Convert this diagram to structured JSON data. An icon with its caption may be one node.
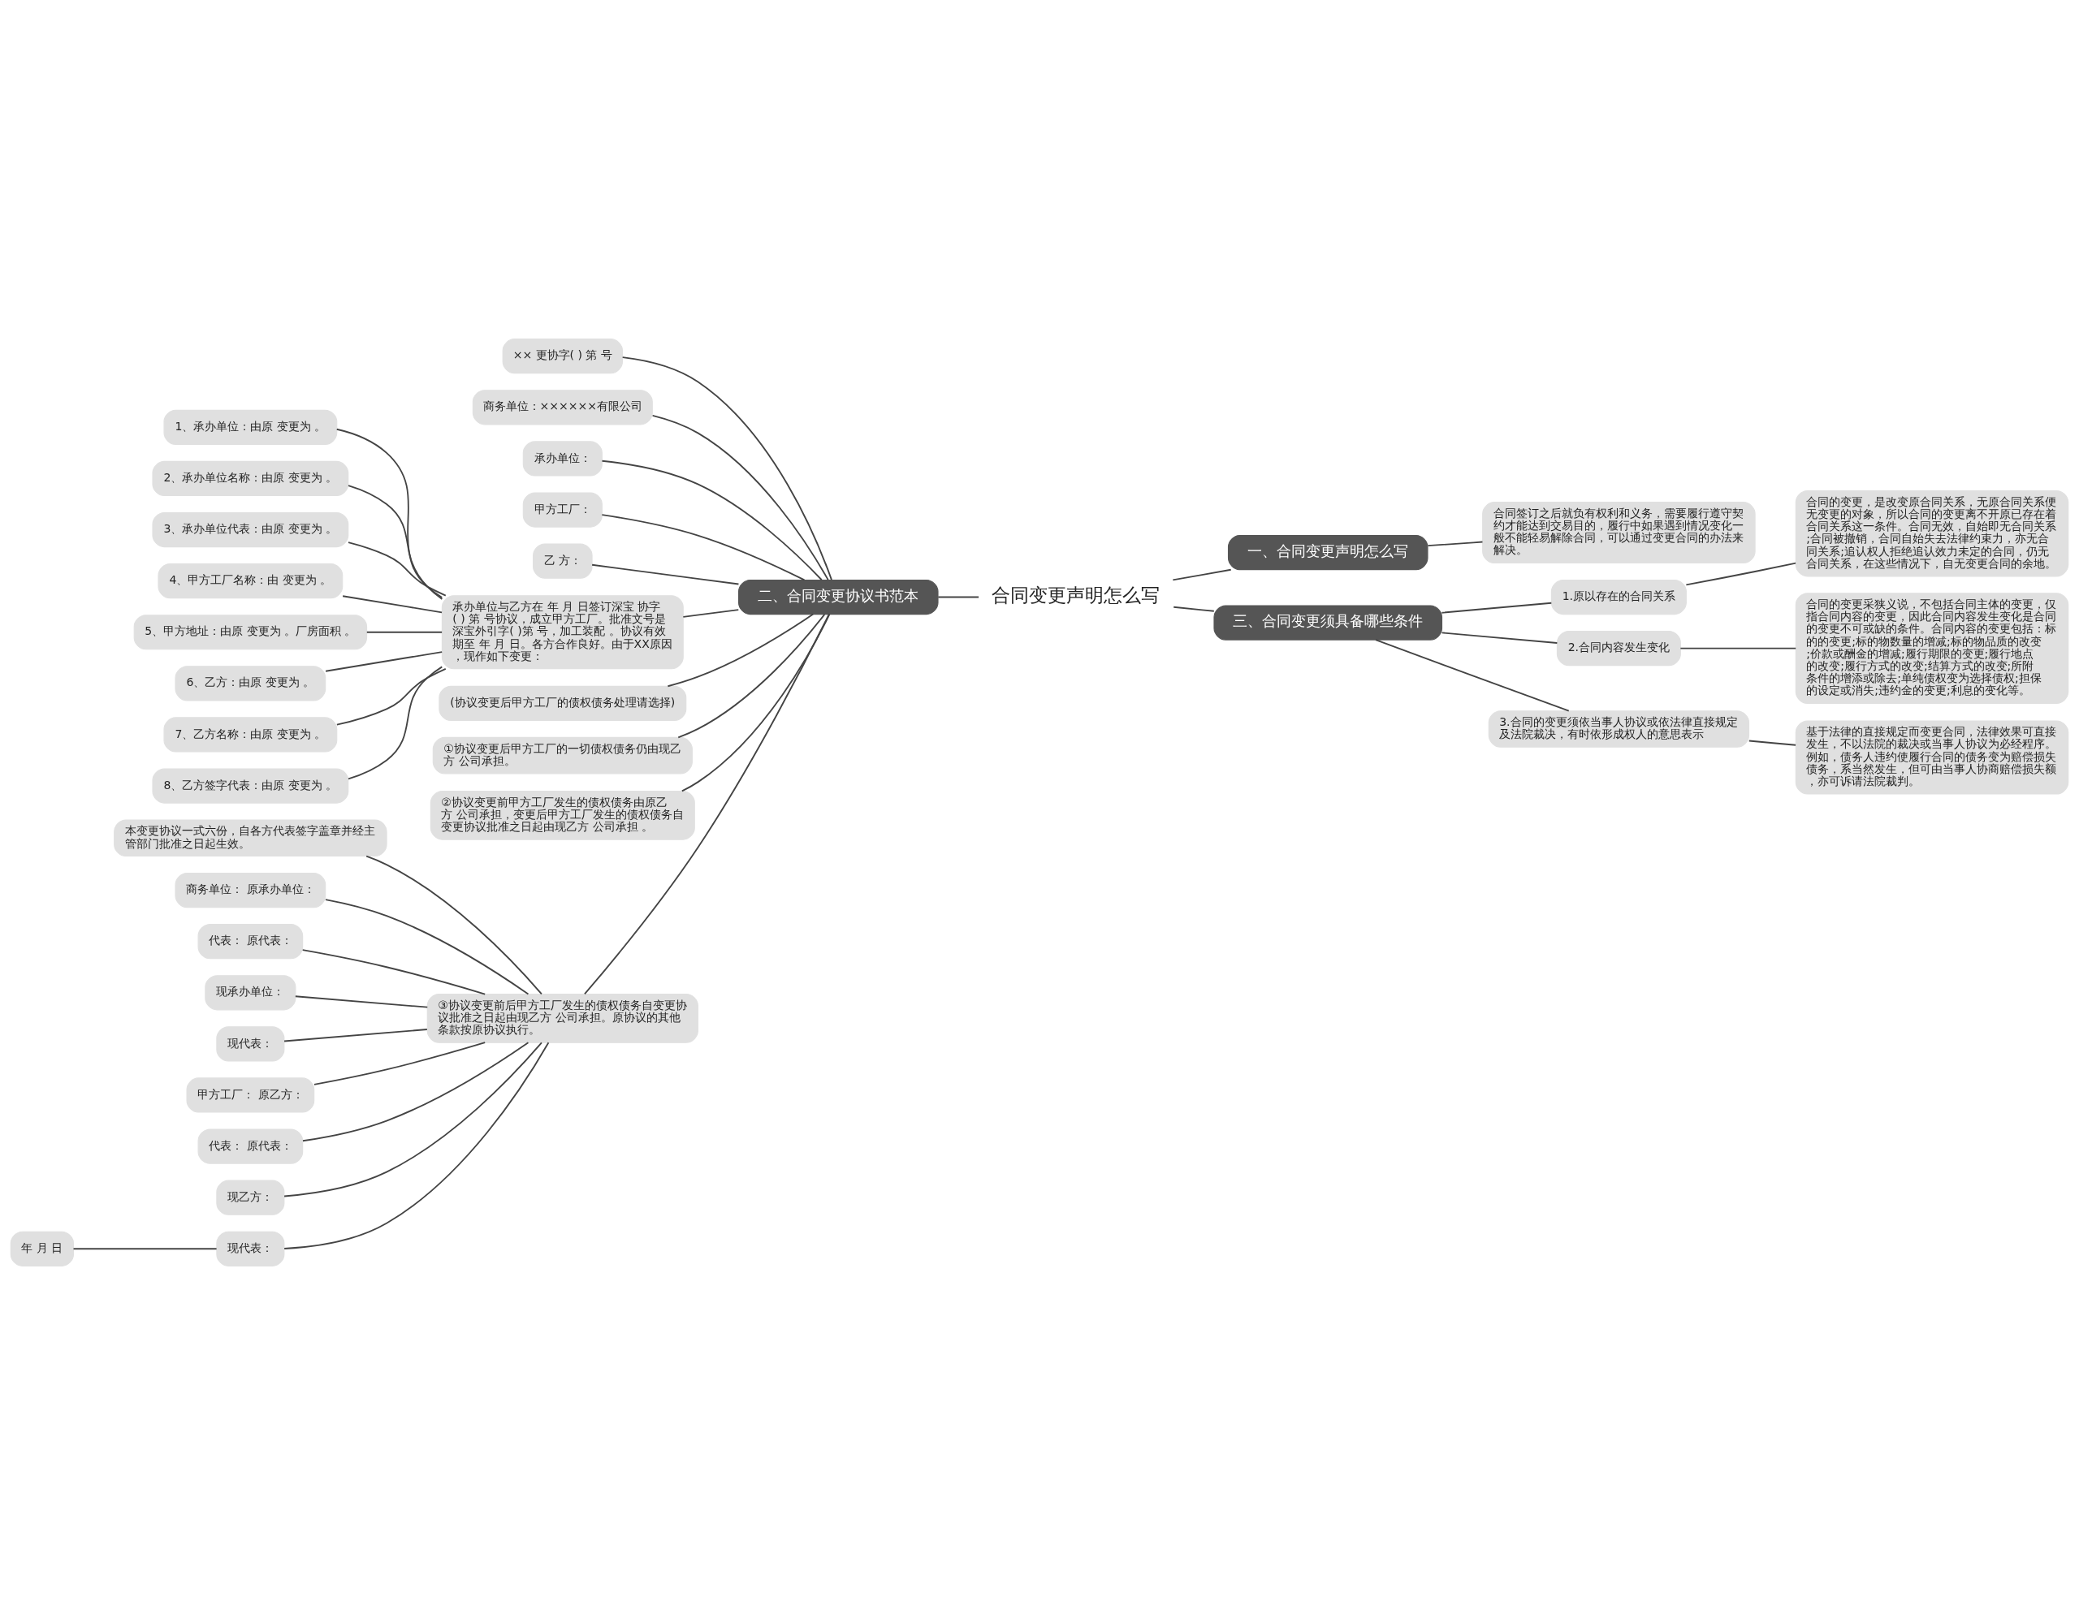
{
  "diagram": {
    "nodes": [
      {
        "text": [
          "合同变更声明怎么写"
        ]
      },
      {
        "text": [
          "一、合同变更声明怎么写"
        ]
      },
      {
        "text": [
          "合同签订之后就负有权利和义务，需要履行遵守契约才能达到交易目的，履行中如果遇到情况变化一般不能轻易解除合同，可以通过变更合同的办法来解决。"
        ]
      },
      {
        "text": [
          "三、合同变更须具备哪些条件"
        ]
      },
      {
        "text": [
          "1.原以存在的合同关系"
        ]
      },
      {
        "text": [
          "合同的变更，是改变原合同关系，无原合同关系便无变更的对象，所以合同的变更离不开原已存在着合同关系这一条件。合同无效，自始即无合同关系;合同被撤销，合同自始失去法律约束力，亦无合同关系;追认权人拒绝追认效力未定的合同，仍无合同关系，在这些情况下，自无变更合同的余地。"
        ]
      },
      {
        "text": [
          "2.合同内容发生变化"
        ]
      },
      {
        "text": [
          "合同的变更采狭义说，不包括合同主体的变更，仅指合同内容的变更，因此合同内容发生变化是合同的变更不可或缺的条件。合同内容的变更包括：标的的变更;标的物数量的增减;标的物品质的改变;价款或酬金的增减;履行期限的变更;履行地点的改变;履行方式的改变;结算方式的改变;所附条件的增添或除去;单纯债权变为选择债权;担保的设定或消失;违约金的变更;利息的变化等。"
        ]
      },
      {
        "text": [
          "3.合同的变更须依当事人协议或依法律直接规定及法院裁决，有时依形成权人的意思表示"
        ]
      },
      {
        "text": [
          "基于法律的直接规定而变更合同，法律效果可直接发生，不以法院的裁决或当事人协议为必经程序。例如，债务人违约使履行合同的债务变为赔偿损失债务，系当然发生，但可由当事人协商赔偿损失额，亦可诉请法院裁判。"
        ]
      },
      {
        "text": [
          "二、合同变更协议书范本"
        ]
      },
      {
        "text": [
          "×× 更协字( ) 第 号"
        ]
      },
      {
        "text": [
          "商务单位：××××××有限公司"
        ]
      },
      {
        "text": [
          "承办单位："
        ]
      },
      {
        "text": [
          "甲方工厂："
        ]
      },
      {
        "text": [
          "乙 方："
        ]
      },
      {
        "text": [
          "承办单位与乙方在 年 月 日签订深宝 协字( ) 第 号协议，成立甲方工厂。批准文号是深宝外引字( )第 号，加工装配 。协议有效期至 年 月 日。各方合作良好。由于XX原因，现作如下变更："
        ]
      },
      {
        "text": [
          "1、承办单位：由原 变更为 。"
        ]
      },
      {
        "text": [
          "2、承办单位名称：由原 变更为 。"
        ]
      },
      {
        "text": [
          "3、承办单位代表：由原 变更为 。"
        ]
      },
      {
        "text": [
          "4、甲方工厂名称：由 变更为 。"
        ]
      },
      {
        "text": [
          "5、甲方地址：由原 变更为 。厂房面积 。"
        ]
      },
      {
        "text": [
          "6、乙方：由原 变更为 。"
        ]
      },
      {
        "text": [
          "7、乙方名称：由原 变更为 。"
        ]
      },
      {
        "text": [
          "8、乙方签字代表：由原 变更为 。"
        ]
      },
      {
        "text": [
          "(协议变更后甲方工厂的债权债务处理请选择)"
        ]
      },
      {
        "text": [
          "①协议变更后甲方工厂的一切债权债务仍由现乙方 公司承担。"
        ]
      },
      {
        "text": [
          "②协议变更前甲方工厂发生的债权债务由原乙方 公司承担，变更后甲方工厂发生的债权债务自变更协议批准之日起由现乙方 公司承担 。"
        ]
      },
      {
        "text": [
          "③协议变更前后甲方工厂发生的债权债务自变更协议批准之日起由现乙方 公司承担。原协议的其他条款按原协议执行。"
        ]
      },
      {
        "text": [
          "本变更协议一式六份，自各方代表签字盖章并经主管部门批准之日起生效。"
        ]
      },
      {
        "text": [
          "商务单位： 原承办单位："
        ]
      },
      {
        "text": [
          "代表： 原代表："
        ]
      },
      {
        "text": [
          "现承办单位："
        ]
      },
      {
        "text": [
          "现代表："
        ]
      },
      {
        "text": [
          "甲方工厂： 原乙方："
        ]
      },
      {
        "text": [
          "代表： 原代表："
        ]
      },
      {
        "text": [
          "现乙方："
        ]
      },
      {
        "text": [
          "现代表："
        ]
      },
      {
        "text": [
          "年 月 日"
        ]
      }
    ],
    "edges": [
      {
        "from": 0,
        "to": 1,
        "arrow": "none"
      },
      {
        "from": 1,
        "to": 2,
        "arrow": "none"
      },
      {
        "from": 0,
        "to": 3,
        "arrow": "none"
      },
      {
        "from": 3,
        "to": 4,
        "arrow": "none"
      },
      {
        "from": 4,
        "to": 5,
        "arrow": "none"
      },
      {
        "from": 3,
        "to": 6,
        "arrow": "none"
      },
      {
        "from": 6,
        "to": 7,
        "arrow": "none"
      },
      {
        "from": 3,
        "to": 8,
        "arrow": "none"
      },
      {
        "from": 8,
        "to": 9,
        "arrow": "none"
      },
      {
        "from": 0,
        "to": 10,
        "arrow": "none"
      },
      {
        "from": 10,
        "to": 11,
        "arrow": "none"
      },
      {
        "from": 10,
        "to": 12,
        "arrow": "none"
      },
      {
        "from": 10,
        "to": 13,
        "arrow": "none"
      },
      {
        "from": 10,
        "to": 14,
        "arrow": "none"
      },
      {
        "from": 10,
        "to": 15,
        "arrow": "none"
      },
      {
        "from": 10,
        "to": 16,
        "arrow": "none"
      },
      {
        "from": 16,
        "to": 17,
        "arrow": "none"
      },
      {
        "from": 16,
        "to": 18,
        "arrow": "none"
      },
      {
        "from": 16,
        "to": 19,
        "arrow": "none"
      },
      {
        "from": 16,
        "to": 20,
        "arrow": "none"
      },
      {
        "from": 16,
        "to": 21,
        "arrow": "none"
      },
      {
        "from": 16,
        "to": 22,
        "arrow": "none"
      },
      {
        "from": 16,
        "to": 23,
        "arrow": "none"
      },
      {
        "from": 16,
        "to": 24,
        "arrow": "none"
      },
      {
        "from": 10,
        "to": 25,
        "arrow": "none"
      },
      {
        "from": 10,
        "to": 26,
        "arrow": "none"
      },
      {
        "from": 10,
        "to": 27,
        "arrow": "none"
      },
      {
        "from": 10,
        "to": 28,
        "arrow": "none"
      },
      {
        "from": 28,
        "to": 29,
        "arrow": "none"
      },
      {
        "from": 28,
        "to": 30,
        "arrow": "none"
      },
      {
        "from": 28,
        "to": 31,
        "arrow": "none"
      },
      {
        "from": 28,
        "to": 32,
        "arrow": "none"
      },
      {
        "from": 28,
        "to": 33,
        "arrow": "none"
      },
      {
        "from": 28,
        "to": 34,
        "arrow": "none"
      },
      {
        "from": 28,
        "to": 35,
        "arrow": "none"
      },
      {
        "from": 28,
        "to": 36,
        "arrow": "none"
      },
      {
        "from": 28,
        "to": 37,
        "arrow": "none"
      },
      {
        "from": 37,
        "to": 38,
        "arrow": "none"
      }
    ]
  }
}
